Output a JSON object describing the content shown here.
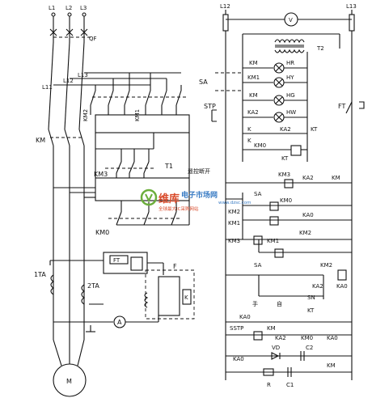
{
  "labels": {
    "l1": "L1",
    "l2": "L2",
    "l3": "L3",
    "qf": "QF",
    "l11": "L11",
    "l12_left": "L12",
    "l13_left": "L13",
    "l12_right": "L12",
    "l13_right": "L13",
    "km_main": "KM",
    "km2": "KM2",
    "km1": "KM1",
    "km3": "KM3",
    "km0": "KM0",
    "t1": "T1",
    "f": "F",
    "ft_box": "FT",
    "k_box": "K",
    "ta1": "1TA",
    "ta2": "2TA",
    "ammeter": "A",
    "motor": "M",
    "voltmeter": "V",
    "t2": "T2",
    "sa": "SA",
    "stp": "STP",
    "ft_right": "FT",
    "lamp_km": "KM",
    "lamp_km1": "KM1",
    "lamp_km_b": "KM",
    "lamp_ka2": "KA2",
    "hr": "HR",
    "hy": "HY",
    "hg": "HG",
    "hw": "HW",
    "k_r": "K",
    "ka2_r": "KA2",
    "kt_r": "KT",
    "k_r2": "K",
    "km0_r": "KM0",
    "kt_coil": "KT",
    "remote": "遥控断开",
    "km3_r": "KM3",
    "ka2_r2": "KA2",
    "km_r": "KM",
    "sa_r2": "SA",
    "km0_r2": "KM0",
    "km2_r": "KM2",
    "ka0_r": "KA0",
    "km1_r": "KM1",
    "km2_r2": "KM2",
    "km3_r2": "KM3",
    "km1_r2": "KM1",
    "sa_r3": "SA",
    "km2_r3": "KM2",
    "ka2_r3": "KA2",
    "ka0_r2": "KA0",
    "manual": "手",
    "auto": "自",
    "sn": "SN",
    "kt_r2": "KT",
    "ka0_r3": "KA0",
    "sstp": "SSTP",
    "km_r2": "KM",
    "ka2_r4": "KA2",
    "km0_r3": "KM0",
    "ka0_r4": "KA0",
    "ka0_r5": "KA0",
    "vd": "VD",
    "c2": "C2",
    "km_r3": "KM",
    "r": "R",
    "c1": "C1"
  },
  "watermark": {
    "brand": "维库",
    "site": "电子市场网",
    "url": "www.dzsc.com",
    "slogan": "全球最大IC采购网站"
  }
}
